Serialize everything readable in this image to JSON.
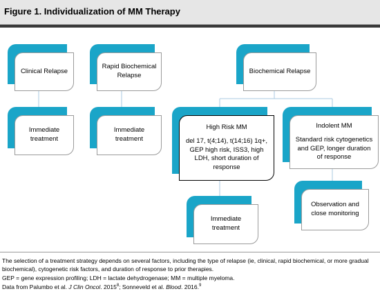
{
  "figure": {
    "title": "Figure 1. Individualization of MM Therapy"
  },
  "nodes": {
    "clinical_relapse": {
      "label": "Clinical Relapse"
    },
    "rapid_biochemical": {
      "label": "Rapid Biochemical Relapse"
    },
    "biochemical_relapse": {
      "label": "Biochemical Relapse"
    },
    "immediate_treatment_1": {
      "label": "Immediate treatment"
    },
    "immediate_treatment_2": {
      "label": "Immediate treatment"
    },
    "high_risk_mm": {
      "title": "High Risk MM",
      "detail": "del 17, t(4;14), t(14;16) 1q+, GEP high risk, ISS3, high LDH, short duration of response"
    },
    "indolent_mm": {
      "title": "Indolent MM",
      "detail": "Standard risk cytogenetics and GEP, longer duration of response"
    },
    "immediate_treatment_3": {
      "label": "Immediate treatment"
    },
    "observation": {
      "label": "Observation and close monitoring"
    }
  },
  "caption": {
    "paragraph": "The selection of a treatment strategy depends on several factors, including the type of relapse (ie, clinical, rapid biochemical, or more gradual biochemical), cytogenetic risk factors, and duration of response to prior therapies.",
    "abbreviations": "GEP = gene expression profiling; LDH = lactate dehydrogenase; MM = multiple myeloma.",
    "source_prefix": "Data from Palumbo et al. ",
    "source_journal_1": "J Clin Oncol",
    "source_mid_1": ". 2015",
    "source_ref_1": "8",
    "source_mid_2": "; Sonneveld et al. ",
    "source_journal_2": "Blood",
    "source_mid_3": ". 2016.",
    "source_ref_2": "9"
  }
}
